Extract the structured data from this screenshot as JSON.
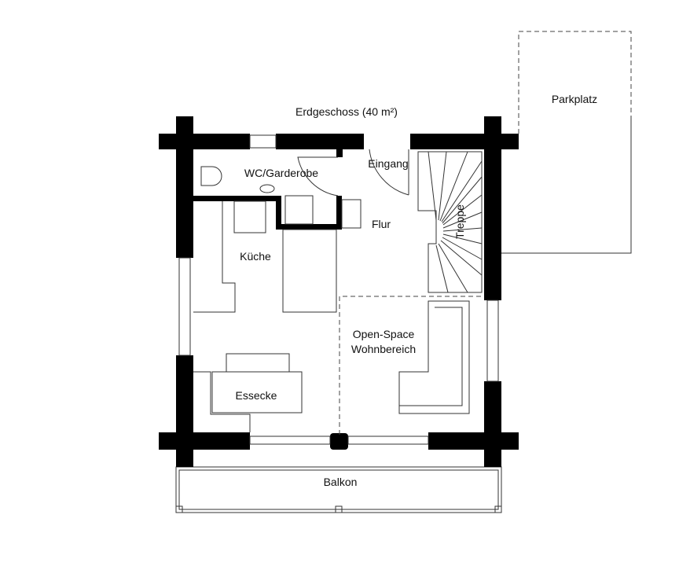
{
  "title": "Erdgeschoss (40 m²)",
  "rooms": {
    "parking": "Parkplatz",
    "wc": "WC/Garderobe",
    "entrance": "Eingang",
    "hall": "Flur",
    "stairs": "Treppe",
    "kitchen": "Küche",
    "living_line1": "Open-Space",
    "living_line2": "Wohnbereich",
    "dining": "Essecke",
    "balcony": "Balkon"
  }
}
